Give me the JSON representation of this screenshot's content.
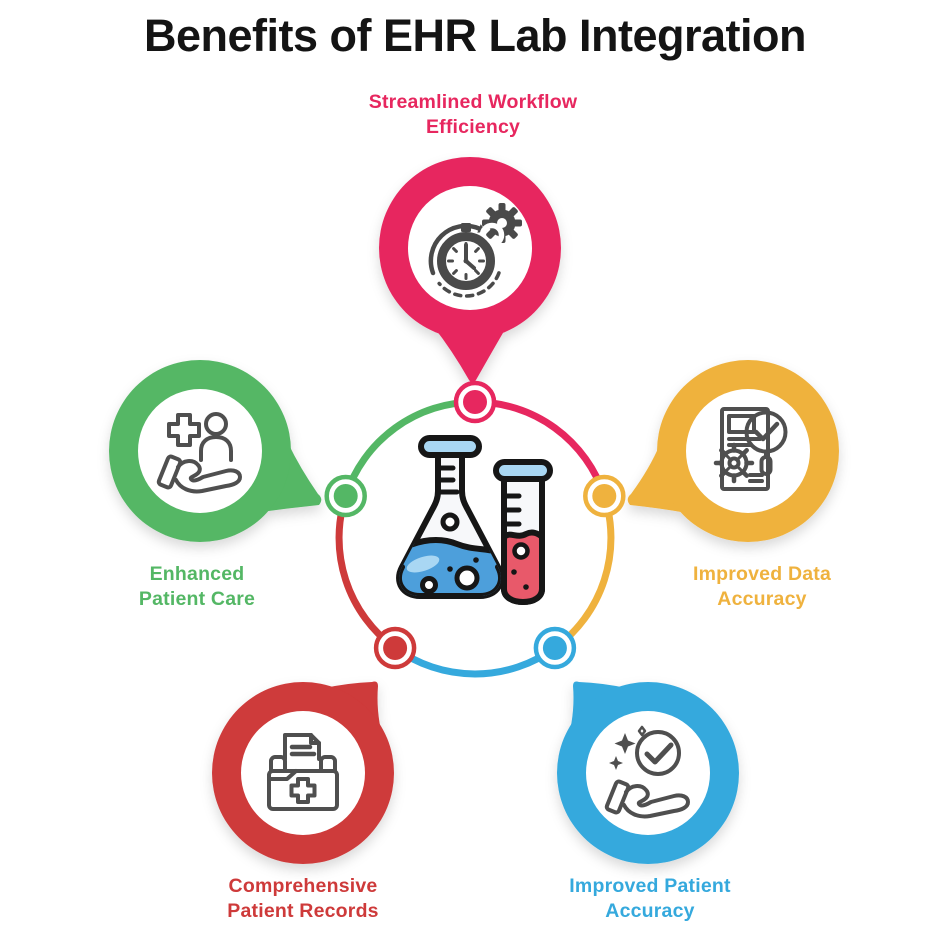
{
  "title": "Benefits of EHR Lab Integration",
  "colors": {
    "pink": "#E7275F",
    "green": "#54B765",
    "yellow": "#EFB23E",
    "red": "#CE3A3A",
    "blue": "#35A9DD",
    "icon_stroke": "#4F4F4F",
    "icon_dark": "#4A4A4A",
    "title_text": "#141414",
    "background": "#FFFFFF",
    "flask_outline": "#161616",
    "flask_blue": "#4D9FDB",
    "flask_light_blue": "#A9D7F3",
    "flask_red": "#E8596A",
    "flask_white": "#F7F8FA"
  },
  "center": {
    "illustration": "lab-flask-and-test-tube-icon",
    "ring_segment_colors": [
      "#E7275F",
      "#EFB23E",
      "#35A9DD",
      "#CE3A3A",
      "#54B765"
    ]
  },
  "nodes": [
    {
      "id": "streamlined-workflow-efficiency",
      "position": "top",
      "color": "#E7275F",
      "icon": "stopwatch-gear-icon",
      "label_line1": "Streamlined Workflow",
      "label_line2": "Efficiency"
    },
    {
      "id": "improved-data-accuracy",
      "position": "right",
      "color": "#EFB23E",
      "icon": "document-gear-magnifier-check-icon",
      "label_line1": "Improved Data",
      "label_line2": "Accuracy"
    },
    {
      "id": "improved-patient-accuracy",
      "position": "bottom-right",
      "color": "#35A9DD",
      "icon": "hand-checkmark-sparkles-icon",
      "label_line1": "Improved Patient",
      "label_line2": "Accuracy"
    },
    {
      "id": "comprehensive-patient-records",
      "position": "bottom-left",
      "color": "#CE3A3A",
      "icon": "patient-records-box-icon",
      "label_line1": "Comprehensive",
      "label_line2": "Patient Records"
    },
    {
      "id": "enhanced-patient-care",
      "position": "left",
      "color": "#54B765",
      "icon": "hand-patient-cross-icon",
      "label_line1": "Enhanced",
      "label_line2": "Patient Care"
    }
  ]
}
